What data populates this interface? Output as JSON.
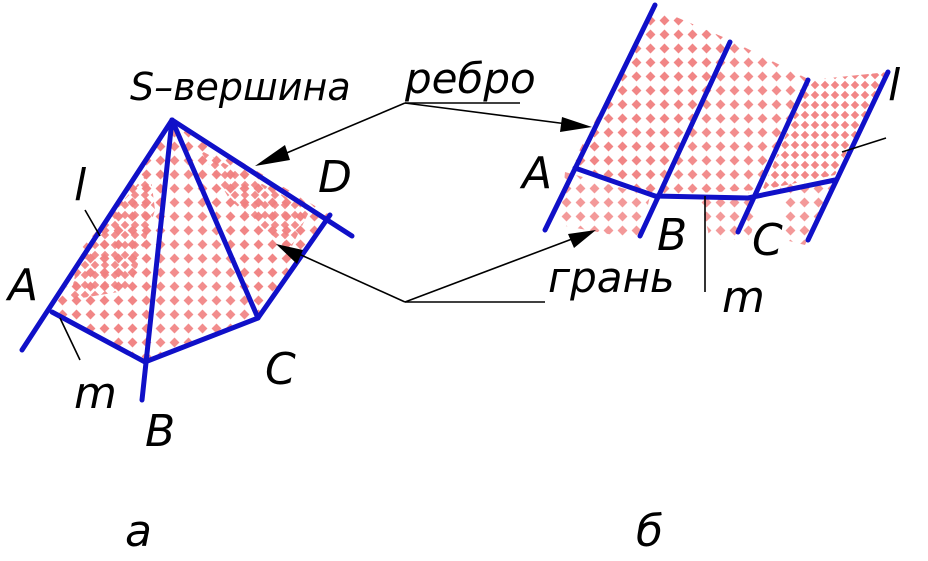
{
  "colors": {
    "edge": "#1010c8",
    "face_pattern": "#f08080",
    "text": "#000000",
    "background": "#ffffff"
  },
  "figure_a": {
    "vertex_label": "S–вершина",
    "edge_label": "ребро",
    "label_D": "D",
    "label_l": "l",
    "label_A": "A",
    "label_m": "m",
    "label_B": "B",
    "label_C": "C",
    "caption": "a"
  },
  "figure_b": {
    "label_A": "A",
    "label_B": "B",
    "label_C": "C",
    "label_l": "l",
    "label_m": "m",
    "caption": "б"
  },
  "shared": {
    "face_label": "грань"
  }
}
